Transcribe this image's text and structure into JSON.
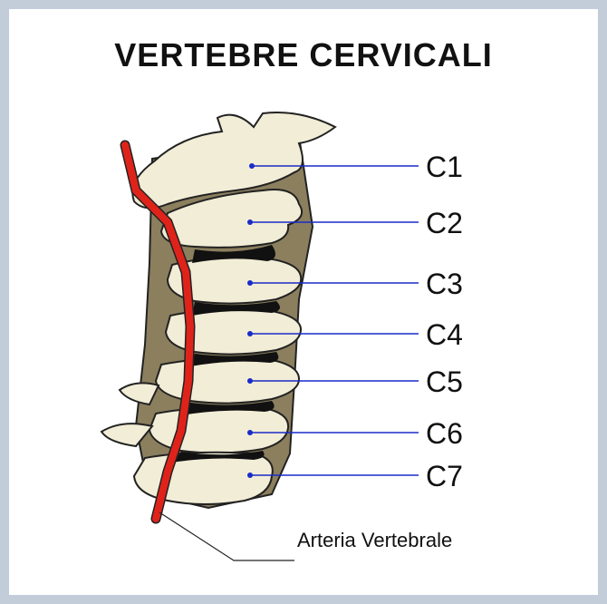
{
  "title": "VERTEBRE CERVICALI",
  "vertebrae": [
    "C1",
    "C2",
    "C3",
    "C4",
    "C5",
    "C6",
    "C7"
  ],
  "artery_label": "Arteria Vertebrale",
  "colors": {
    "background": "#c3ccd9",
    "panel": "#ffffff",
    "bone": "#f2edd6",
    "bone_shade": "#8b7f5e",
    "disc_gap": "#111111",
    "artery": "#e0231a",
    "leader_line": "#1a2bc9"
  }
}
